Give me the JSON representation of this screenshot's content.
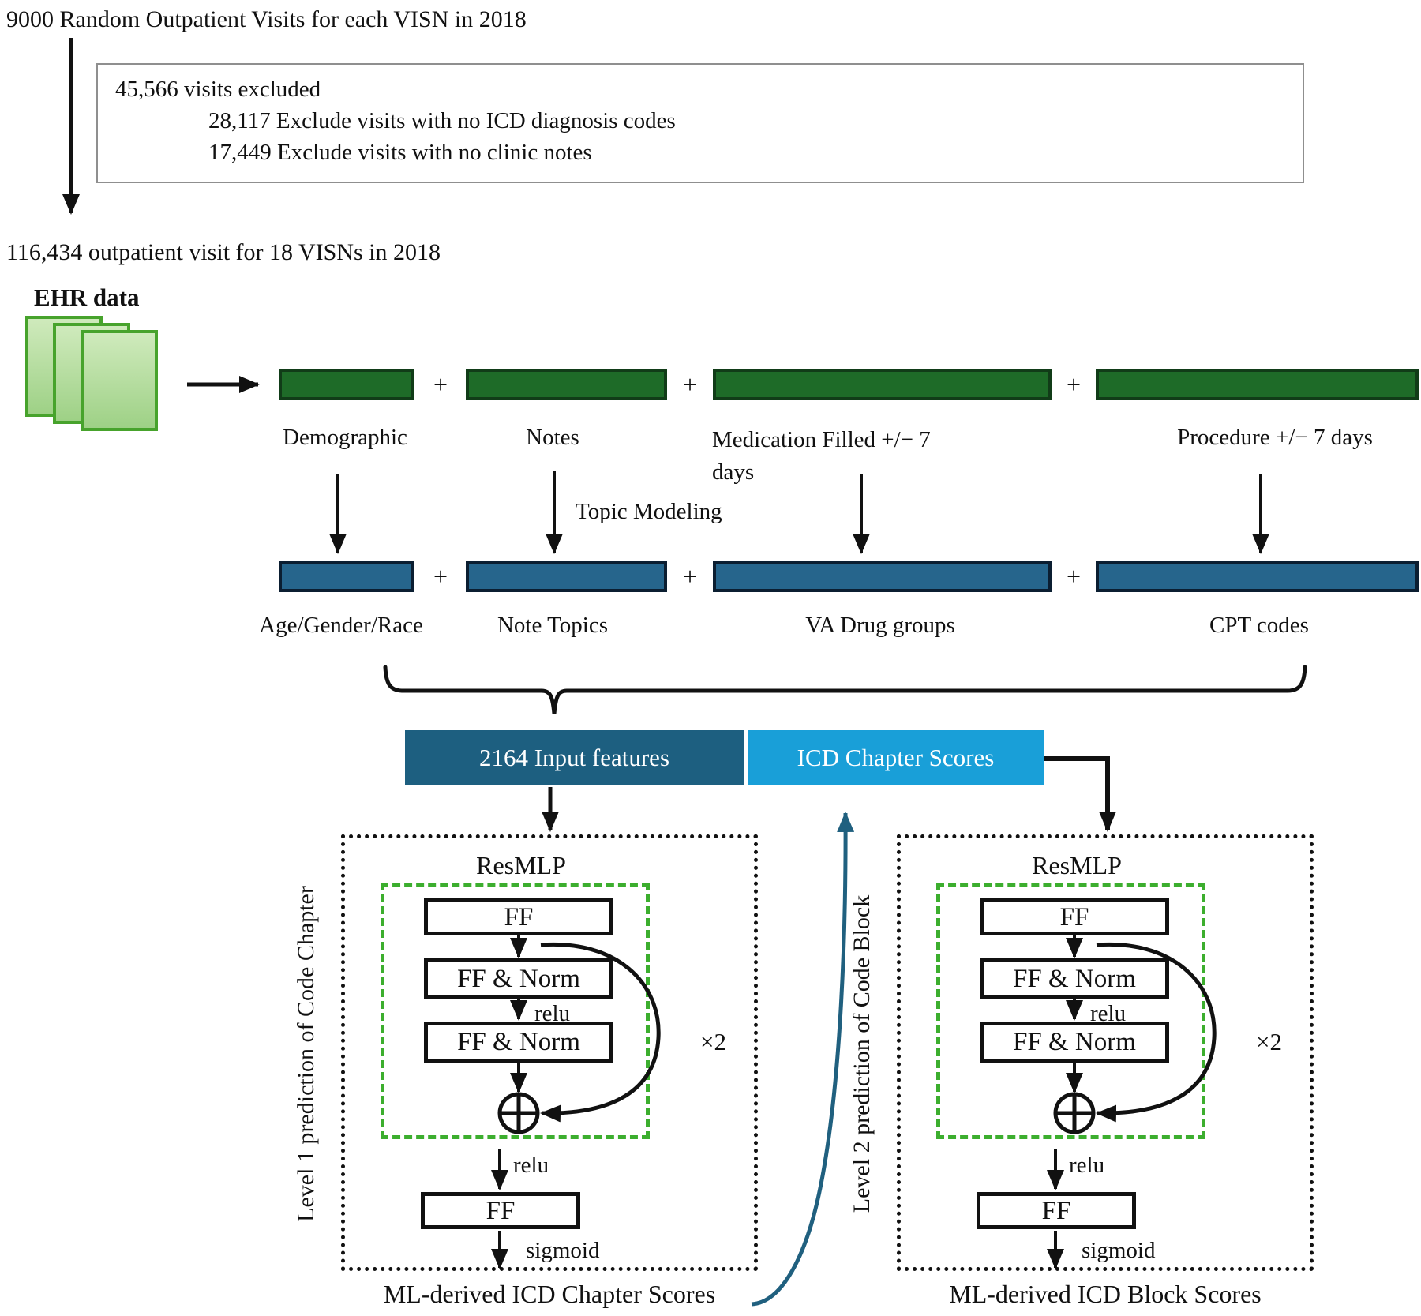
{
  "colors": {
    "dark_green_bar": "#1e6b28",
    "green_bar_border": "#113c18",
    "steel_blue_bar": "#26658c",
    "blue_bar_border": "#0b1e31",
    "input_features_box": "#1d5f80",
    "chapter_scores_box": "#199fd8",
    "green_dashed_border": "#3cae2e",
    "teal_feedback_arrow": "#20607f",
    "page_fill_top": "#cfeabc",
    "page_fill_bottom": "#9ed186",
    "page_border": "#47a32c"
  },
  "top": {
    "source_label": "9000 Random Outpatient Visits for each VISN in 2018",
    "exclusion": {
      "total": "45,566 visits excluded",
      "reason1": "28,117 Exclude visits with no ICD diagnosis codes",
      "reason2": "17,449 Exclude visits with no clinic notes"
    },
    "cohort_label": "116,434 outpatient visit for 18 VISNs in 2018",
    "ehr_label": "EHR data"
  },
  "features": {
    "plus": "+",
    "raw": {
      "demographic": "Demographic",
      "notes": "Notes",
      "medication_line1": "Medication Filled +/− 7",
      "medication_line2": "days",
      "procedure": "Procedure +/− 7 days"
    },
    "topic_modeling": "Topic Modeling",
    "derived": {
      "age_gender_race": "Age/Gender/Race",
      "note_topics": "Note Topics",
      "va_drug_groups": "VA Drug groups",
      "cpt_codes": "CPT codes"
    }
  },
  "input_bar": {
    "features": "2164 Input features",
    "chapter_scores": "ICD Chapter Scores"
  },
  "panels": [
    {
      "side_label": "Level 1 prediction of Code Chapter",
      "resmlp": "ResMLP",
      "ff_top": "FF",
      "ff_norm_1": "FF & Norm",
      "relu_inner": "relu",
      "ff_norm_2": "FF & Norm",
      "repeat": "×2",
      "relu_out": "relu",
      "ff_out": "FF",
      "sigmoid": "sigmoid",
      "caption": "ML-derived ICD Chapter Scores"
    },
    {
      "side_label": "Level 2 prediction of Code Block",
      "resmlp": "ResMLP",
      "ff_top": "FF",
      "ff_norm_1": "FF & Norm",
      "relu_inner": "relu",
      "ff_norm_2": "FF & Norm",
      "repeat": "×2",
      "relu_out": "relu",
      "ff_out": "FF",
      "sigmoid": "sigmoid",
      "caption": "ML-derived ICD Block Scores"
    }
  ]
}
